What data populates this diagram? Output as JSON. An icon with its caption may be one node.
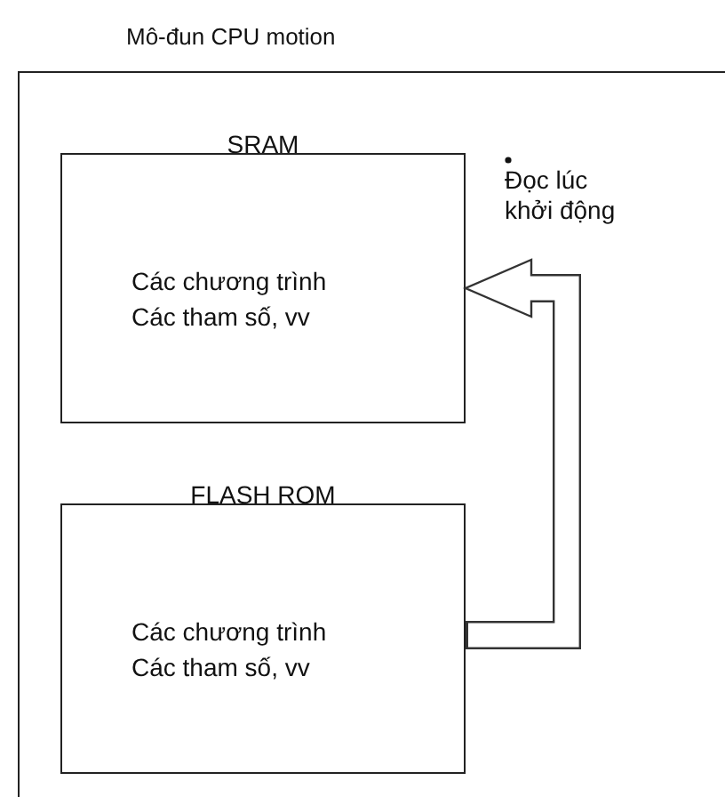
{
  "diagram": {
    "nodes": [
      {
        "text": [
          "Mô-đun CPU motion"
        ]
      },
      {
        "text": [
          "SRAM",
          "Các chương trình",
          "Các tham số, vv"
        ],
        "in": 0
      },
      {
        "text": [
          "FLASH ROM",
          "Các chương trình",
          "Các tham số, vv"
        ],
        "in": 0
      }
    ],
    "edges": [
      {
        "from": 2,
        "to": 1,
        "arrow": "to",
        "label": "Đọc lúc khởi động"
      }
    ]
  }
}
